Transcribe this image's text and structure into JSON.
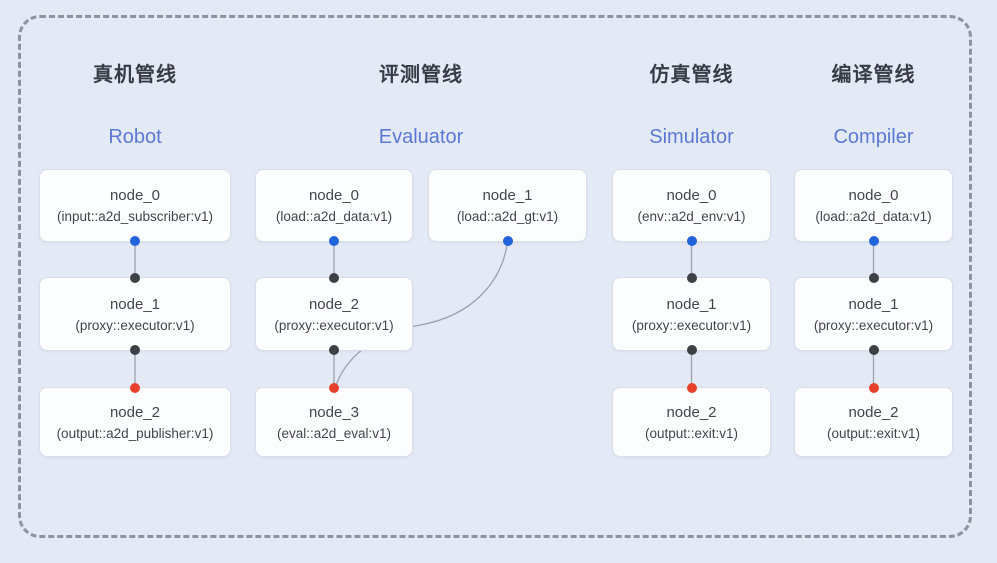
{
  "diagram": {
    "colors": {
      "bg": "#e4e9f6",
      "dash_border": "#8d93a0",
      "box_bg": "#fcfdfe",
      "box_border": "#d9dee8",
      "line": "#9aa1ae",
      "port_blue": "#2264dc",
      "port_dark": "#3d4045",
      "port_red": "#e8422d",
      "title_cn": "#373c46",
      "title_en": "#5b79d4",
      "node_text": "#41464e"
    },
    "pipelines": [
      {
        "title_cn": "真机管线",
        "title_en": "Robot",
        "nodes": [
          {
            "name": "node_0",
            "type": "(input::a2d_subscriber:v1)"
          },
          {
            "name": "node_1",
            "type": "(proxy::executor:v1)"
          },
          {
            "name": "node_2",
            "type": "(output::a2d_publisher:v1)"
          }
        ]
      },
      {
        "title_cn": "评测管线",
        "title_en": "Evaluator",
        "nodes": [
          {
            "name": "node_0",
            "type": "(load::a2d_data:v1)"
          },
          {
            "name": "node_1",
            "type": "(load::a2d_gt:v1)"
          },
          {
            "name": "node_2",
            "type": "(proxy::executor:v1)"
          },
          {
            "name": "node_3",
            "type": "(eval::a2d_eval:v1)"
          }
        ]
      },
      {
        "title_cn": "仿真管线",
        "title_en": "Simulator",
        "nodes": [
          {
            "name": "node_0",
            "type": "(env::a2d_env:v1)"
          },
          {
            "name": "node_1",
            "type": "(proxy::executor:v1)"
          },
          {
            "name": "node_2",
            "type": "(output::exit:v1)"
          }
        ]
      },
      {
        "title_cn": "编译管线",
        "title_en": "Compiler",
        "nodes": [
          {
            "name": "node_0",
            "type": "(load::a2d_data:v1)"
          },
          {
            "name": "node_1",
            "type": "(proxy::executor:v1)"
          },
          {
            "name": "node_2",
            "type": "(output::exit:v1)"
          }
        ]
      }
    ]
  }
}
